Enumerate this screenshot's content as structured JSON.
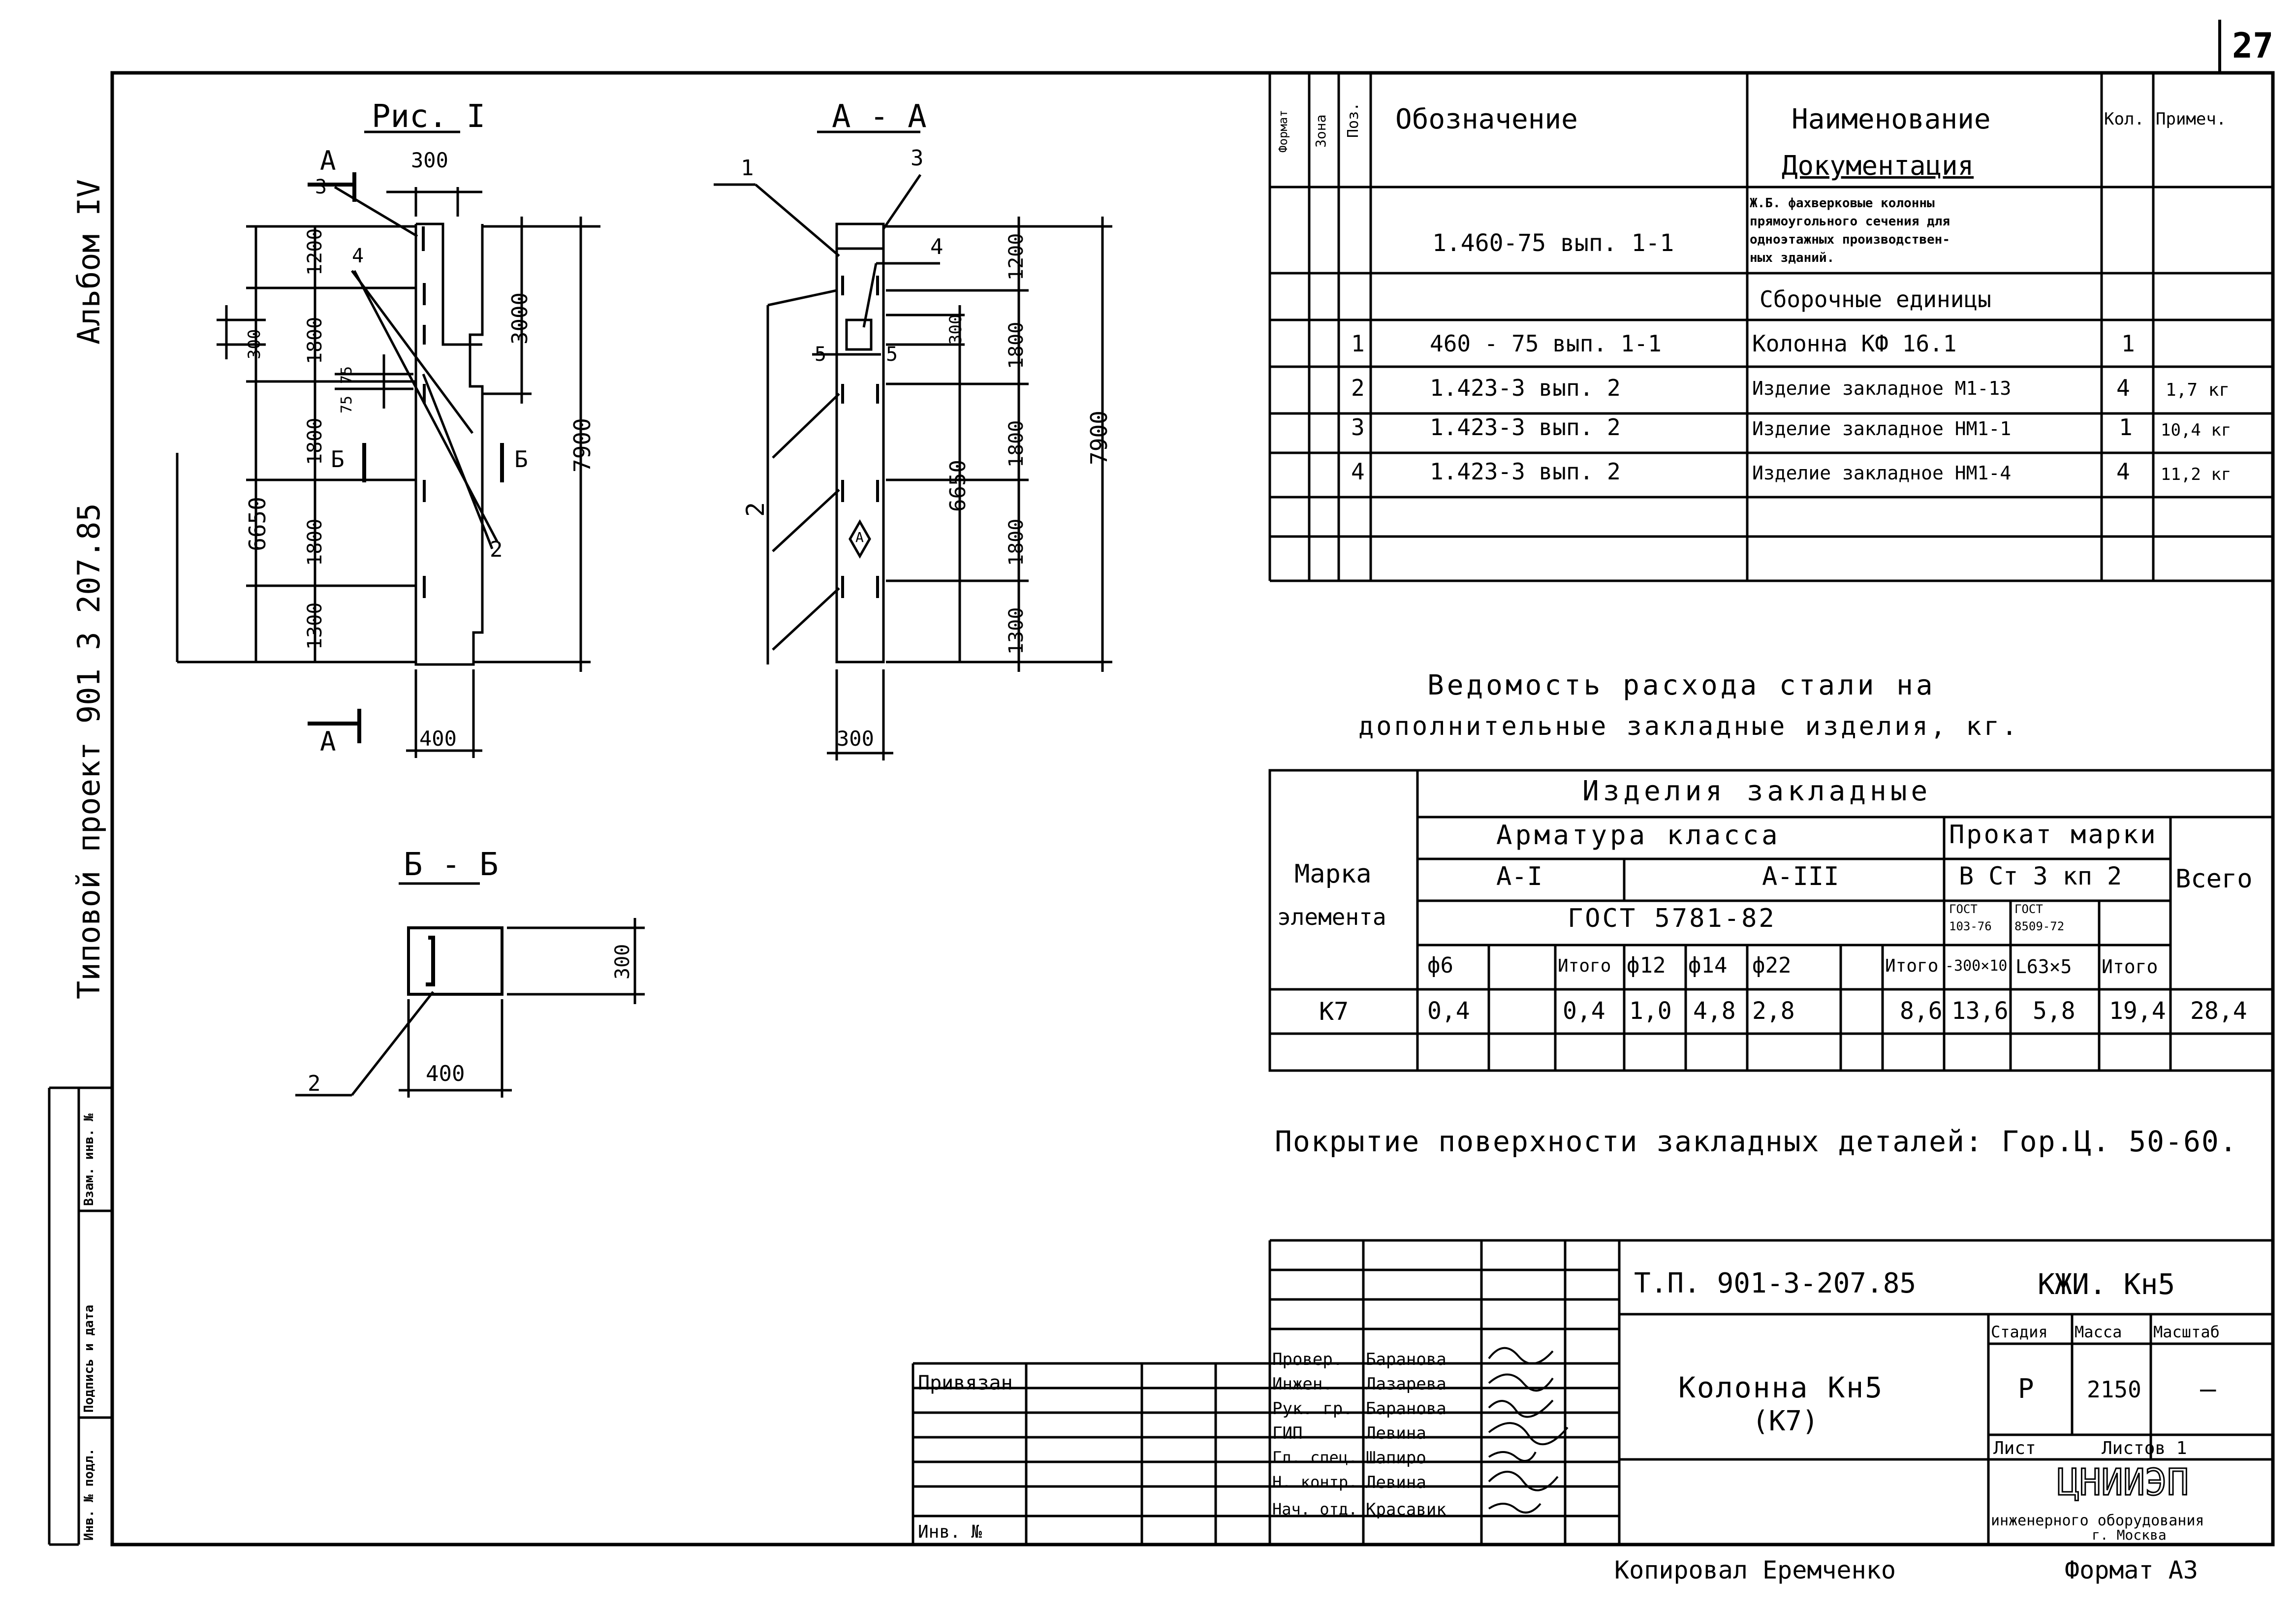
{
  "page_number": "27",
  "margin": {
    "album": "Альбом IV",
    "project": "Типовой проект 901 3 207.85",
    "stamp_labels": [
      "Инв. № подл.",
      "Подпись и дата",
      "Взам. инв. №"
    ]
  },
  "fig1": {
    "title": "Рис. I",
    "dims": {
      "width_top": "300",
      "width_bottom": "400",
      "h1": "1200",
      "h2": "1800",
      "h3": "1800",
      "h4": "1800",
      "h5": "1300",
      "h6": "300",
      "h_3000": "3000",
      "h_6650": "6650",
      "h_7900": "7900",
      "small1": "75",
      "small2": "75"
    },
    "labels": {
      "cut_a": "А",
      "cut_b_left": "Б",
      "cut_b_right": "Б",
      "c1": "3",
      "c2": "4",
      "c3": "2"
    }
  },
  "sectionAA": {
    "title": "А - А",
    "dims": {
      "h1": "1200",
      "h2": "1800",
      "h3": "1800",
      "h4": "1800",
      "h5": "1300",
      "h6": "300",
      "h_6650": "6650",
      "h_7900": "7900",
      "width": "300"
    },
    "labels": {
      "c1": "1",
      "c3": "3",
      "c4": "4",
      "c5a": "5",
      "c5b": "5",
      "c2": "2",
      "mark": "А"
    }
  },
  "sectionBB": {
    "title": "Б - Б",
    "dims": {
      "h": "300",
      "w": "400"
    },
    "labels": {
      "c2": "2"
    }
  },
  "spec_table": {
    "headers": [
      "Формат",
      "Зона",
      "Поз.",
      "Обозначение",
      "Наименование",
      "Кол.",
      "Примеч."
    ],
    "section_doc": "Документация",
    "doc_row": {
      "designation": "1.460-75 вып. 1-1",
      "name": [
        "Ж.Б. фахверковые колонны",
        "прямоугольного сечения для",
        "одноэтажных производствен-",
        "ных зданий."
      ]
    },
    "section_asm": "Сборочные единицы",
    "rows": [
      {
        "pos": "1",
        "designation": "460 - 75 вып. 1-1",
        "name": "Колонна КФ 16.1",
        "qty": "1",
        "note": ""
      },
      {
        "pos": "2",
        "designation": "1.423-3 вып. 2",
        "name": "Изделие закладное М1-13",
        "qty": "4",
        "note": "1,7 кг"
      },
      {
        "pos": "3",
        "designation": "1.423-3 вып. 2",
        "name": "Изделие закладное НМ1-1",
        "qty": "1",
        "note": "10,4 кг"
      },
      {
        "pos": "4",
        "designation": "1.423-3 вып. 2",
        "name": "Изделие закладное НМ1-4",
        "qty": "4",
        "note": "11,2 кг"
      }
    ]
  },
  "steel_title": [
    "Ведомость расхода стали на",
    "дополнительные закладные изделия, кг."
  ],
  "steel_table": {
    "h_mark": [
      "Марка",
      "элемента"
    ],
    "h_items": "Изделия закладные",
    "h_rebar": "Арматура класса",
    "h_rolled": "Прокат марки",
    "h_total": "Всего",
    "h_ai": "А-I",
    "h_aiii": "А-III",
    "h_gost": "ГОСТ 5781-82",
    "h_vst": "В Ст 3 кп 2",
    "h_gost1": [
      "ГОСТ",
      "103-76"
    ],
    "h_gost2": [
      "ГОСТ",
      "8509-72"
    ],
    "cols": [
      "ф6",
      "",
      "Итого",
      "ф12",
      "ф14",
      "ф22",
      "",
      "Итого",
      "-300×10",
      "L63×5",
      "Итого"
    ],
    "row": {
      "mark": "К7",
      "vals": [
        "0,4",
        "",
        "0,4",
        "1,0",
        "4,8",
        "2,8",
        "",
        "8,6",
        "13,6",
        "5,8",
        "19,4"
      ],
      "total": "28,4"
    }
  },
  "coating_note": "Покрытие поверхности закладных деталей: Гор.Ц. 50-60.",
  "title_block": {
    "doc_code": "Т.П. 901-3-207.85",
    "sheet_code": "КЖИ. Кн5",
    "privyazan": "Привязан",
    "inv_no": "Инв. №",
    "roles": [
      "Провер.",
      "Инжен.",
      "Рук. гр.",
      "ГИП",
      "Гл. спец.",
      "Н. контр.",
      "Нач. отд."
    ],
    "names": [
      "Баранова",
      "Лазарева",
      "Баранова",
      "Левина",
      "Шапиро",
      "Левина",
      "Красавик"
    ],
    "title": [
      "Колонна Кн5",
      "(К7)"
    ],
    "stage_h": "Стадия",
    "mass_h": "Масса",
    "scale_h": "Масштаб",
    "stage": "Р",
    "mass": "2150",
    "scale": "–",
    "sheet": "Лист",
    "sheets": "Листов 1",
    "org": "ЦНИИЭП",
    "org_sub": [
      "инженерного оборудования",
      "г. Москва"
    ]
  },
  "footer": {
    "copied": "Копировал Еремченко",
    "format": "Формат А3"
  }
}
